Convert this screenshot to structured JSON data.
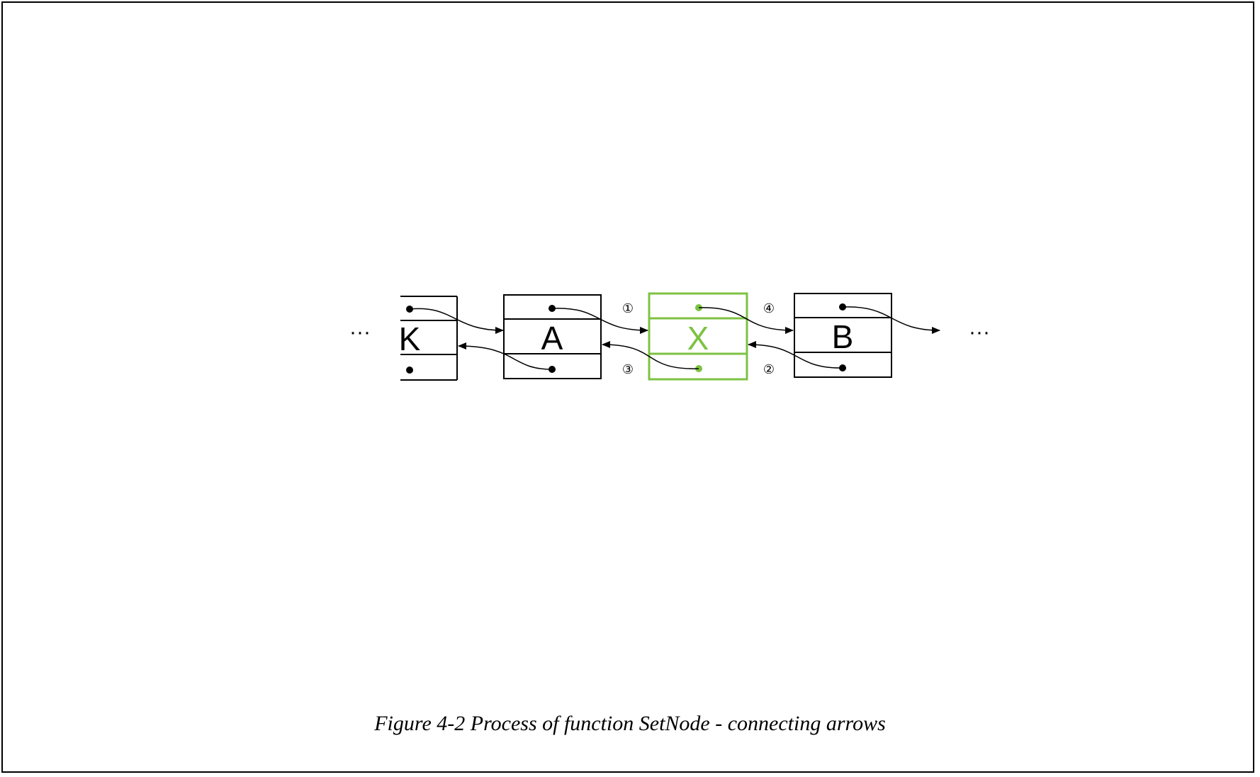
{
  "colors": {
    "default": "#000000",
    "highlight": "#7dc242"
  },
  "nodes": [
    {
      "id": "K",
      "label": "K",
      "highlight": false,
      "partial": true
    },
    {
      "id": "A",
      "label": "A",
      "highlight": false,
      "partial": false
    },
    {
      "id": "X",
      "label": "X",
      "highlight": true,
      "partial": false
    },
    {
      "id": "B",
      "label": "B",
      "highlight": false,
      "partial": false
    }
  ],
  "step_markers": [
    {
      "label": "①",
      "link": "A.next -> X"
    },
    {
      "label": "②",
      "link": "B.prev -> X"
    },
    {
      "label": "③",
      "link": "X.prev -> A"
    },
    {
      "label": "④",
      "link": "X.next -> B"
    }
  ],
  "ellipsis": {
    "left": "···",
    "right": "···"
  },
  "caption": "Figure 4-2 Process of function SetNode - connecting arrows"
}
